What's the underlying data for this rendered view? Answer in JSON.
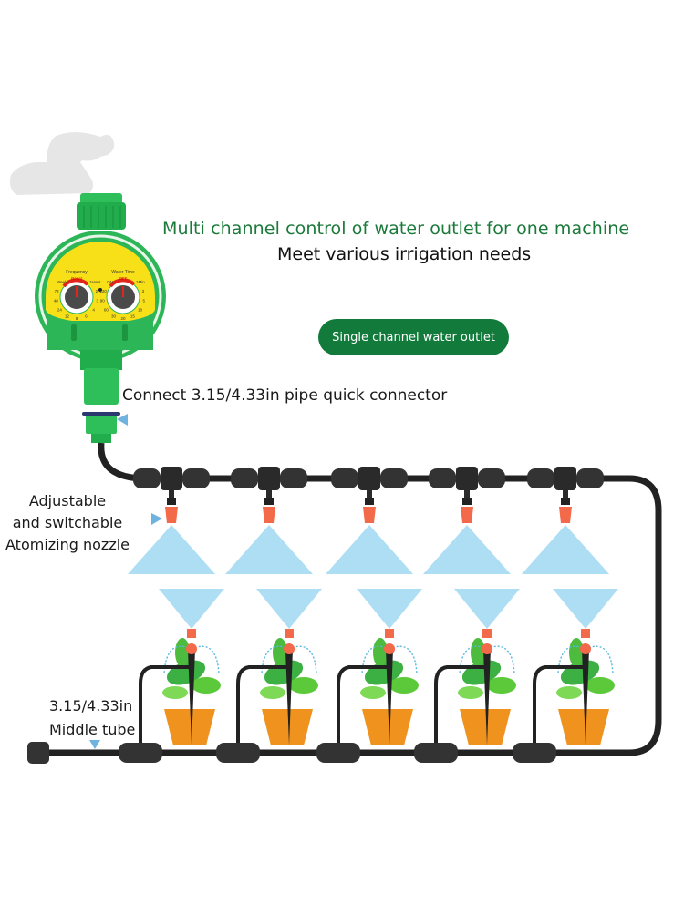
{
  "headline": "Multi channel control of water outlet for one machine",
  "subheadline": "Meet various irrigation needs",
  "badge": {
    "label": "Single channel water outlet",
    "color": "#127a3a"
  },
  "callouts": {
    "connector": "Connect  3.15/4.33in pipe quick connector",
    "nozzle": [
      "Adjustable",
      "and switchable",
      "Atomizing nozzle"
    ],
    "tube": [
      "3.15/4.33in",
      "Middle tube"
    ]
  },
  "timer": {
    "left_dial": {
      "title": "Frequency",
      "top_label": "Reset",
      "left_label": "Week",
      "right_label": "1Hour",
      "ticks": [
        "72",
        "48",
        "24",
        "12",
        "8",
        "6",
        "4",
        "3",
        "2"
      ]
    },
    "right_dial": {
      "title": "Water Time",
      "top_label": "OFF",
      "left_label": "ON",
      "right_label": "1Min",
      "ticks": [
        "120",
        "90",
        "60",
        "30",
        "20",
        "15",
        "10",
        "5",
        "3"
      ]
    }
  },
  "colors": {
    "brand_green": "#1b7a3a",
    "timer_green": "#2fbf5a",
    "timer_face": "#f7e017",
    "pipe": "#222222",
    "nozzle": "#f26a4a",
    "spray": "#9fd8f2",
    "pot": "#f0921e",
    "pointer": "#6fb3e0"
  },
  "system": {
    "spray_nozzle_count": 5,
    "ground_stake_count": 5
  }
}
